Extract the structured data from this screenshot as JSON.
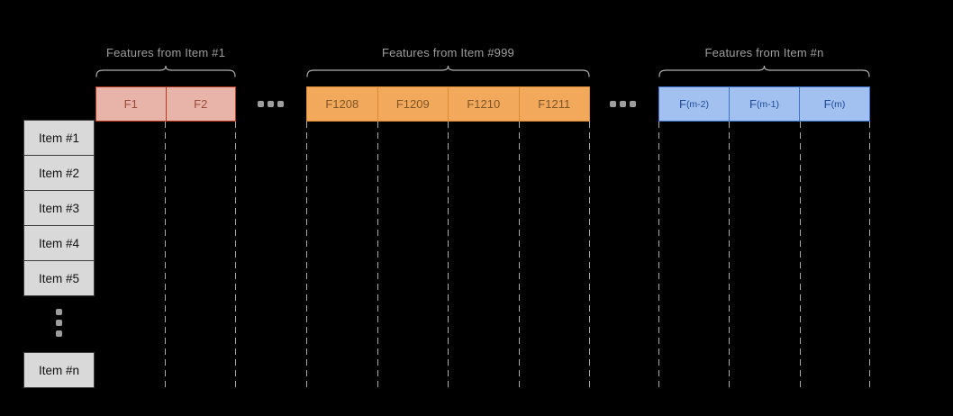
{
  "diagram": {
    "groups": [
      {
        "label": "Features from Item #1",
        "fill": "#E8B4AA",
        "border": "#B13A20",
        "text_color": "#9A4A38",
        "cells": [
          {
            "text": "F1"
          },
          {
            "text": "F2"
          }
        ]
      },
      {
        "label": "Features from Item #999",
        "fill": "#F3A95C",
        "border": "#DA8A33",
        "text_color": "#7D5527",
        "cells": [
          {
            "text": "F1208"
          },
          {
            "text": "F1209"
          },
          {
            "text": "F1210"
          },
          {
            "text": "F1211"
          }
        ]
      },
      {
        "label": "Features from Item #n",
        "fill": "#A2C1F0",
        "border": "#3C74CE",
        "text_color": "#1D4B99",
        "cells": [
          {
            "prefix": "F",
            "sub": "(m-2)"
          },
          {
            "prefix": "F",
            "sub": "(m-1)"
          },
          {
            "prefix": "F",
            "sub": "(m)"
          }
        ]
      }
    ],
    "items": {
      "rows": [
        "Item #1",
        "Item #2",
        "Item #3",
        "Item #4",
        "Item #5"
      ],
      "last": "Item #n"
    },
    "colors": {
      "background": "#000000",
      "item_fill": "#D9D9D9",
      "item_border": "#3C3C3C",
      "item_text": "#111111",
      "label_text": "#9E9E9E",
      "brace": "#B0B0B0",
      "grid_dash": "#A8A8A8",
      "ellipsis_dots": "#9E9E9E"
    }
  }
}
